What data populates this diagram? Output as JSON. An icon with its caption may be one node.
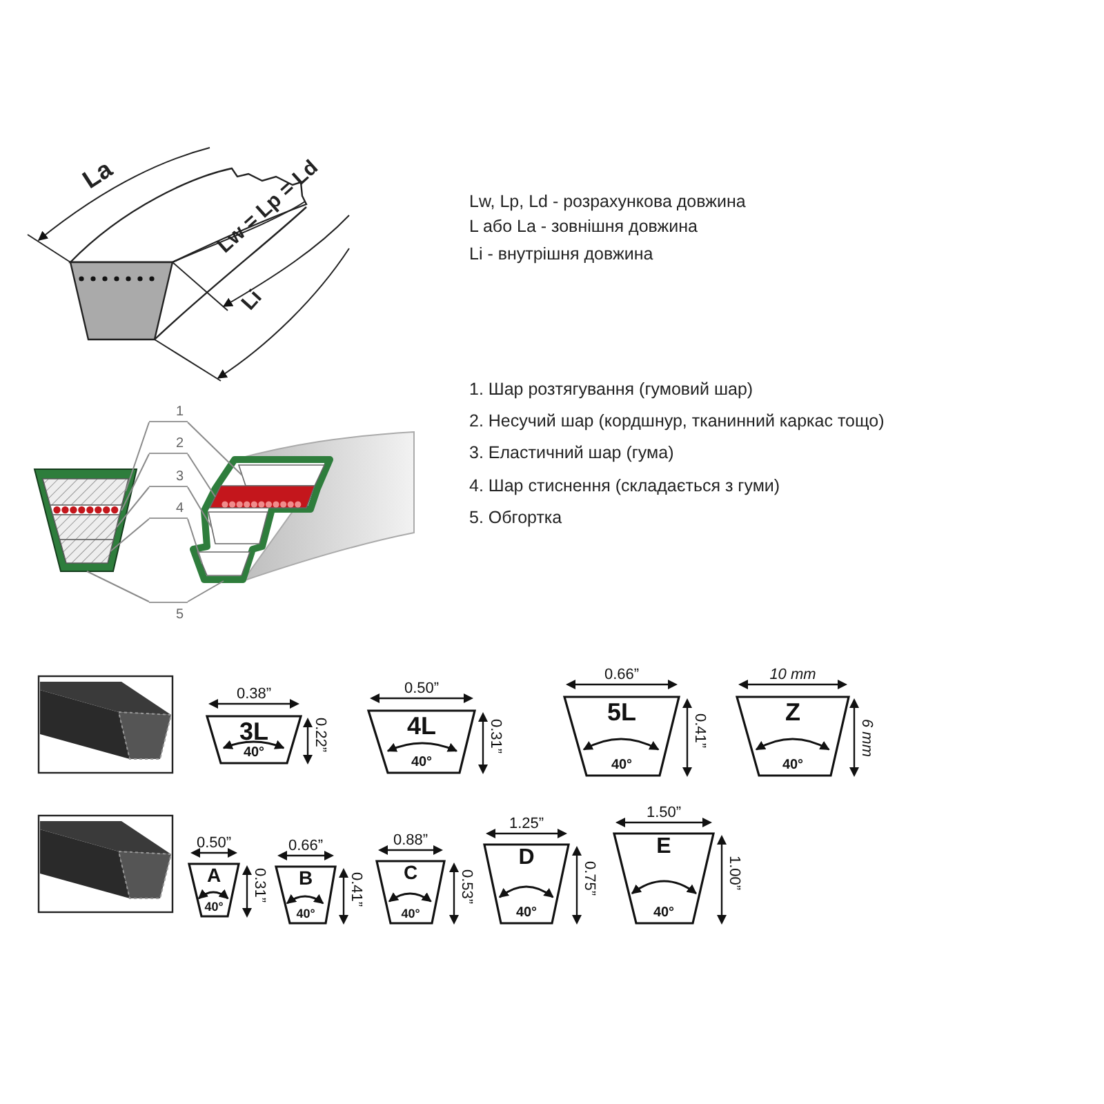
{
  "diagram": {
    "nodes": [
      {
        "text": [],
        "shape": "box"
      },
      {
        "text": [],
        "shape": "box",
        "in": 0
      },
      {
        "text": [],
        "shape": "box",
        "in": 0
      },
      {
        "text": [],
        "shape": "box",
        "in": 0
      },
      {
        "text": [],
        "shape": "box",
        "in": 0
      },
      {
        "text": [
          "1"
        ]
      },
      {
        "text": [
          "2"
        ]
      },
      {
        "text": [
          "3"
        ]
      },
      {
        "text": [
          "4"
        ]
      },
      {
        "text": [
          "5"
        ]
      },
      {
        "text": [],
        "shape": "box"
      },
      {
        "text": [],
        "shape": "box",
        "in": 10
      },
      {
        "text": [],
        "shape": "box",
        "in": 10
      },
      {
        "text": [],
        "shape": "box",
        "in": 10
      },
      {
        "text": [],
        "shape": "box",
        "in": 10
      },
      {
        "text": [
          "3L",
          "40°"
        ],
        "beside": [
          "0.38”",
          "0.22”"
        ]
      },
      {
        "text": [
          "4L",
          "40°"
        ],
        "beside": [
          "0.50”",
          "0.31”"
        ]
      },
      {
        "text": [
          "5L",
          "40°"
        ],
        "beside": [
          "0.66”",
          "0.41”"
        ]
      },
      {
        "text": [
          "Z",
          "40°"
        ],
        "beside": [
          "10 mm",
          "6 mm"
        ]
      },
      {
        "text": [
          "A",
          "40°"
        ],
        "beside": [
          "0.50”",
          "0.31”"
        ]
      },
      {
        "text": [
          "B",
          "40°"
        ],
        "beside": [
          "0.66”",
          "0.41”"
        ]
      },
      {
        "text": [
          "C",
          "40°"
        ],
        "beside": [
          "0.88”",
          "0.53”"
        ]
      },
      {
        "text": [
          "D",
          "40°"
        ],
        "beside": [
          "1.25”",
          "0.75”"
        ]
      },
      {
        "text": [
          "E",
          "40°"
        ],
        "beside": [
          "1.50”",
          "1.00”"
        ]
      }
    ],
    "edges": [
      {
        "from": 5,
        "to": 1,
        "arrow": "none"
      },
      {
        "from": 5,
        "to": 11,
        "arrow": "none"
      },
      {
        "from": 6,
        "to": 2,
        "arrow": "none"
      },
      {
        "from": 6,
        "to": 12,
        "arrow": "none"
      },
      {
        "from": 7,
        "to": 3,
        "arrow": "none"
      },
      {
        "from": 7,
        "to": 13,
        "arrow": "none"
      },
      {
        "from": 8,
        "to": 4,
        "arrow": "none"
      },
      {
        "from": 8,
        "to": 14,
        "arrow": "none"
      },
      {
        "from": 9,
        "to": 0,
        "arrow": "none"
      },
      {
        "from": 9,
        "to": 10,
        "arrow": "none"
      }
    ],
    "labels": [
      "La",
      "Lw = Lp = Ld",
      "Li",
      "Lw, Lp, Ld - розрахункова довжина",
      "L або La - зовнішня довжина",
      "Li - внутрішня довжина",
      "1. Шар розтягування (гумовий шар)",
      "2. Несучий шар (кордшнур, тканинний каркас тощо)",
      "3. Еластичний шар (гума)",
      "4. Шар стиснення (складається з гуми)",
      "5. Обгортка"
    ]
  }
}
